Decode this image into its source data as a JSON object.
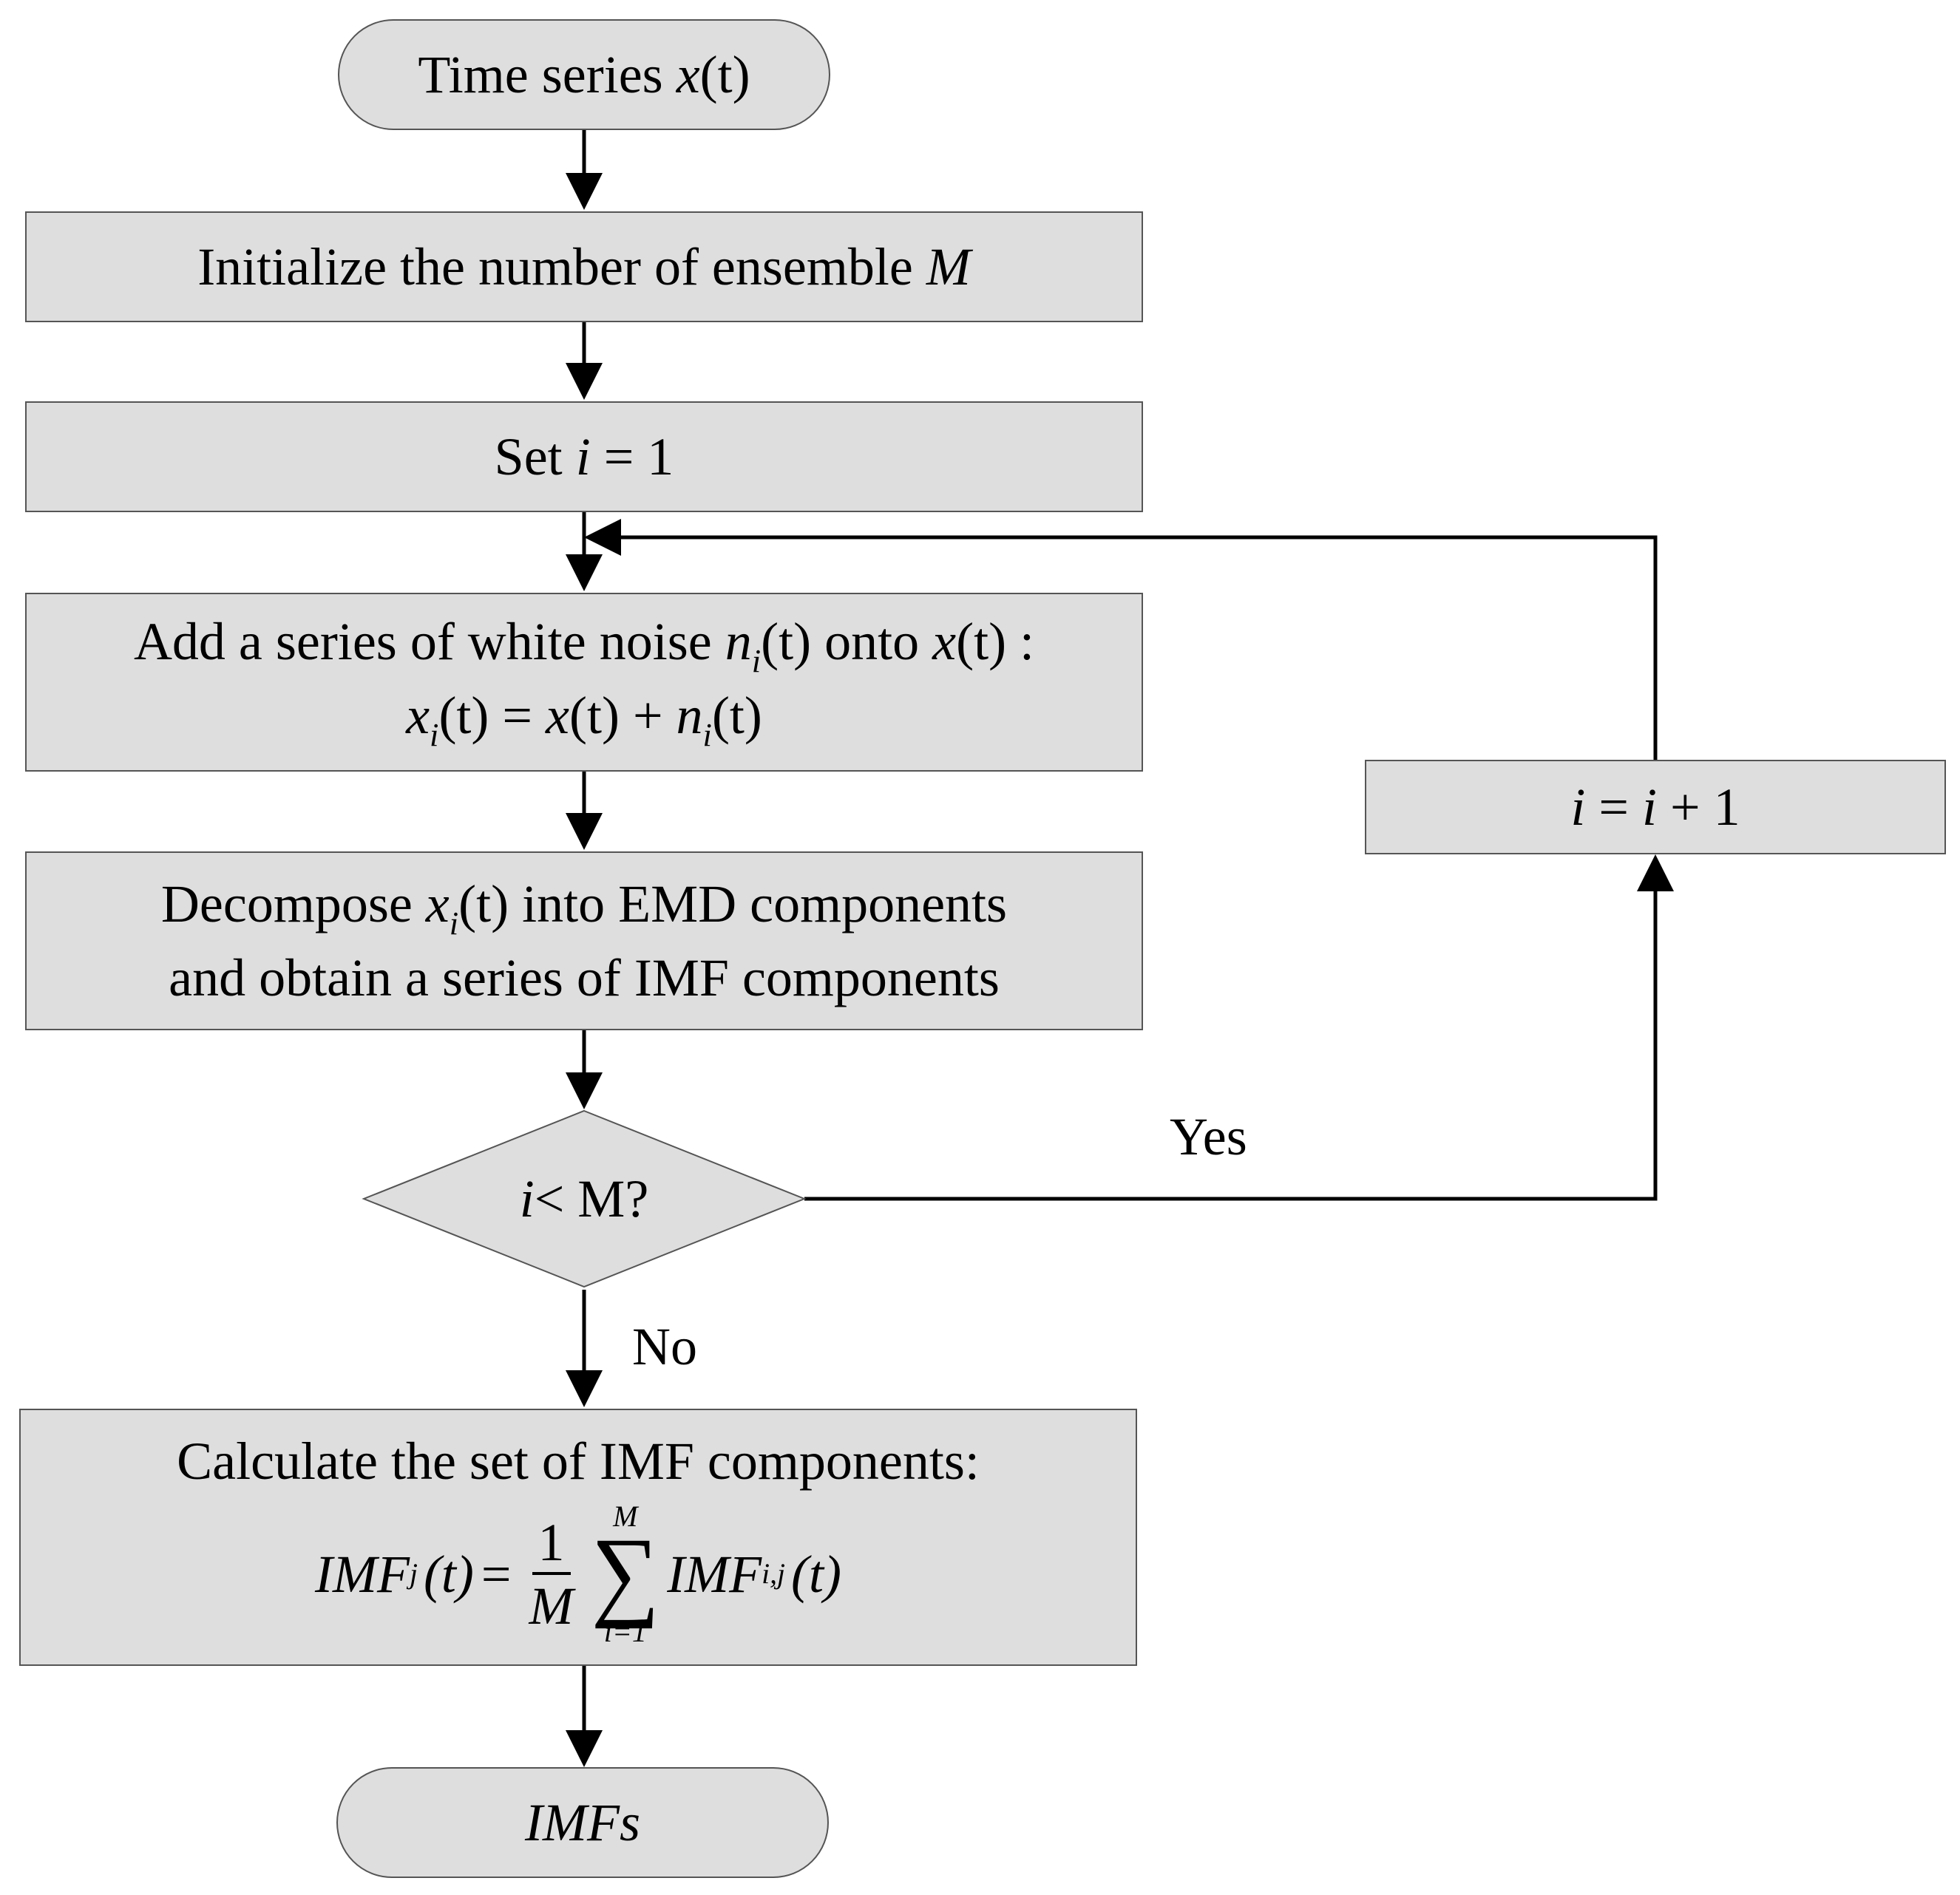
{
  "colors": {
    "node_fill": "#dedede",
    "node_border": "#555555",
    "line": "#000000"
  },
  "nodes": {
    "start": {
      "prefix": "Time series ",
      "var": "x",
      "suffix": "(t)"
    },
    "init": {
      "prefix": "Initialize the number of ensemble ",
      "var": "M"
    },
    "set_i": {
      "prefix": "Set ",
      "var": "i",
      "suffix": " = 1"
    },
    "add_noise": {
      "line1_a": "Add a series of white noise ",
      "line1_n": "n",
      "line1_sub": "i",
      "line1_b": "(t) onto ",
      "line1_x": "x",
      "line1_c": "(t) :",
      "line2_x": "x",
      "line2_sub": "i",
      "line2_a": "(t) = ",
      "line2_x2": "x",
      "line2_b": "(t) + ",
      "line2_n": "n",
      "line2_sub2": "i",
      "line2_c": "(t)"
    },
    "decompose": {
      "line1_a": "Decompose ",
      "line1_x": "x",
      "line1_sub": "i",
      "line1_b": "(t) into EMD components",
      "line2": "and obtain a series of IMF components"
    },
    "decision": {
      "var": "i",
      "text": " < M?"
    },
    "increment": {
      "var1": "i",
      "eq": " = ",
      "var2": "i",
      "plus": " + 1"
    },
    "calculate": {
      "line1": "Calculate the set of IMF components:",
      "lhs": "IMF",
      "lhs_sub": "j",
      "lhs_arg": "(t)",
      "eq": "=",
      "frac_num": "1",
      "frac_den": "M",
      "sum_upper": "M",
      "sum_sym": "∑",
      "sum_lower": "i=1",
      "rhs": "IMF",
      "rhs_sub": "i,j",
      "rhs_arg": "(t)"
    },
    "end": {
      "text": "IMFs"
    }
  },
  "edge_labels": {
    "yes": "Yes",
    "no": "No"
  }
}
